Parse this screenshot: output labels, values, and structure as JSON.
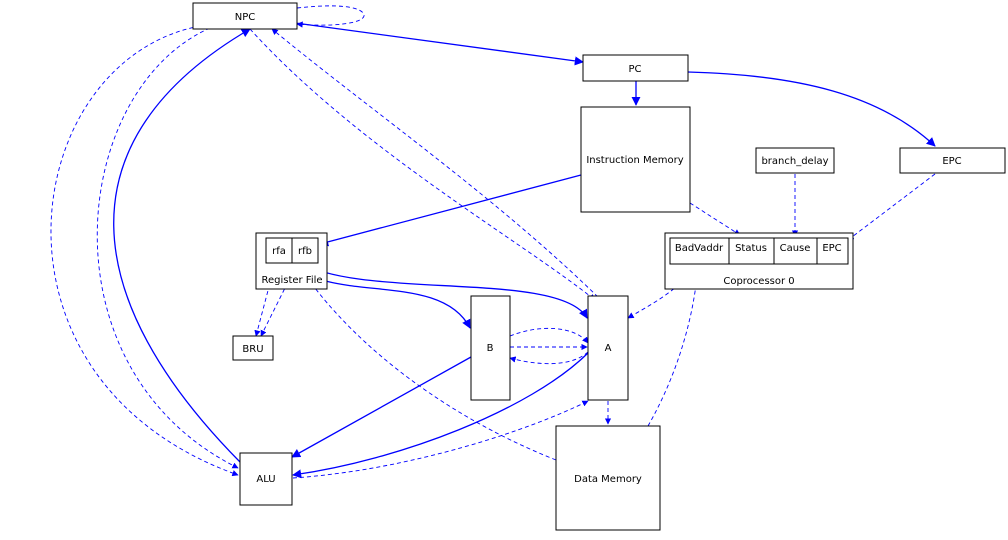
{
  "colors": {
    "edge": "#0000ff",
    "node_border": "#000000",
    "background": "#ffffff"
  },
  "nodes": {
    "npc": "NPC",
    "pc": "PC",
    "instruction_memory": "Instruction Memory",
    "branch_delay": "branch_delay",
    "epc": "EPC",
    "register_file": {
      "label": "Register File",
      "ports": [
        "rfa",
        "rfb"
      ]
    },
    "coprocessor0": {
      "label": "Coprocessor 0",
      "fields": [
        "BadVaddr",
        "Status",
        "Cause",
        "EPC"
      ]
    },
    "bru": "BRU",
    "b": "B",
    "a": "A",
    "alu": "ALU",
    "data_memory": "Data Memory"
  }
}
